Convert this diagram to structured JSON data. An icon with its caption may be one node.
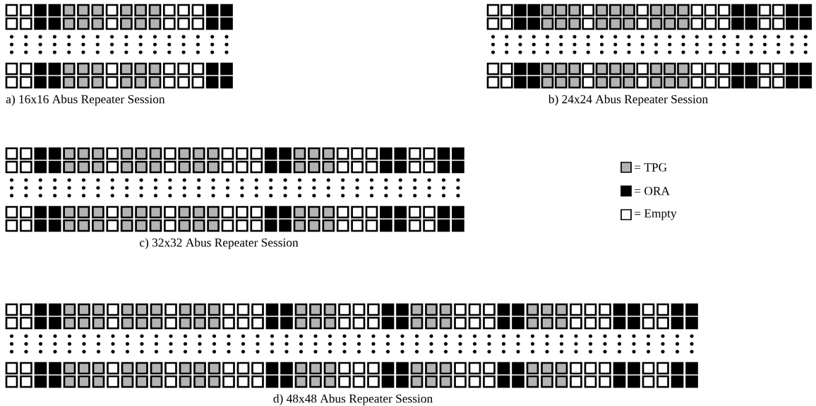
{
  "diagram": {
    "labels": [
      "a) 16x16 Abus Repeater Session",
      "b) 24x24 Abus Repeater Session",
      "c) 32x32 Abus Repeater Session",
      "d) 48x48 Abus Repeater Session"
    ],
    "legend": [
      {
        "text": "= TPG",
        "color": "#b3b3b3"
      },
      {
        "text": "= ORA",
        "color": "#000000"
      },
      {
        "text": "= Empty"
      }
    ]
  }
}
